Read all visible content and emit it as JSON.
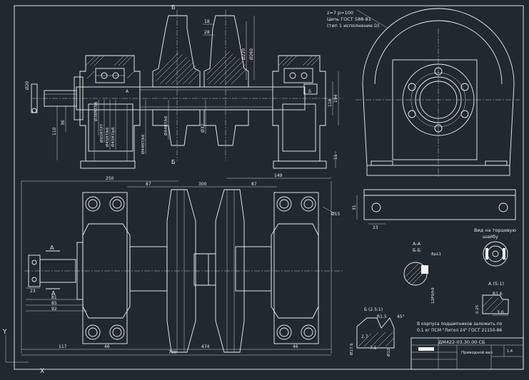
{
  "colors": {
    "background": "#212830",
    "lines": "#f2f2f2"
  },
  "gear_table": [
    "z=7  p=100",
    "Цепь  ГОСТ 588-81",
    "(тип 1  исполнение D)"
  ],
  "section_marks": {
    "b_top": "Б",
    "b_bottom": "Б",
    "a_top": "А",
    "a_bottom": "А",
    "a_small": "А",
    "b_small": "Б"
  },
  "top_view_dims": {
    "d18": "18",
    "d28": "28",
    "d220": "Ø220",
    "d260": "Ø260",
    "d110": "110",
    "d36": "36",
    "d20": "Ø20",
    "fit1": "Ø38H7/k6",
    "fit2": "Ø65H7/f7",
    "fit3": "Ø45H7/k6",
    "fit4": "Ø45H7/p6",
    "fit5": "Ø44H7/k6",
    "fit6": "Ø44H7/k6",
    "d32": "Ø32",
    "d118": "118",
    "d194": "194",
    "d11": "11"
  },
  "plan_view_dims": {
    "d250": "250",
    "d87a": "87",
    "d300": "300",
    "d87b": "87",
    "d149": "149",
    "d15": "Ø15",
    "d23": "23",
    "d81": "81",
    "d85": "85",
    "d92": "92",
    "d117": "117",
    "d46a": "46",
    "d474": "474",
    "d46b": "46",
    "d700": "700"
  },
  "foot_dims": {
    "d31": "31",
    "d23": "23"
  },
  "view_label": [
    "Вид на торцевую",
    "шайбу"
  ],
  "section_aa": {
    "title1": "А-А",
    "title2": "Б-Б",
    "fit": "8p11",
    "fit2": "12P9/h9"
  },
  "detail_a": {
    "title": "А (5:1)",
    "r": "R1.6",
    "d025": "0.25",
    "d30": "3.0"
  },
  "detail_b": {
    "title": "Б (2.5:1)",
    "r": "R1.5",
    "a45": "45°",
    "d27": "2.7",
    "d75": "7.5",
    "d176": "Ø17.6",
    "d12": "Ø12"
  },
  "note": [
    "В корпуса подшипников заложить по",
    "0.1 кг ПСМ \"Литол 24\" ГОСТ 21150-86"
  ],
  "title_block": {
    "code": "ДМ422-03.30.00 СБ",
    "name": "Приводной вал",
    "sheet": "1:4"
  },
  "axis_y": "Y",
  "axis_x": "X"
}
